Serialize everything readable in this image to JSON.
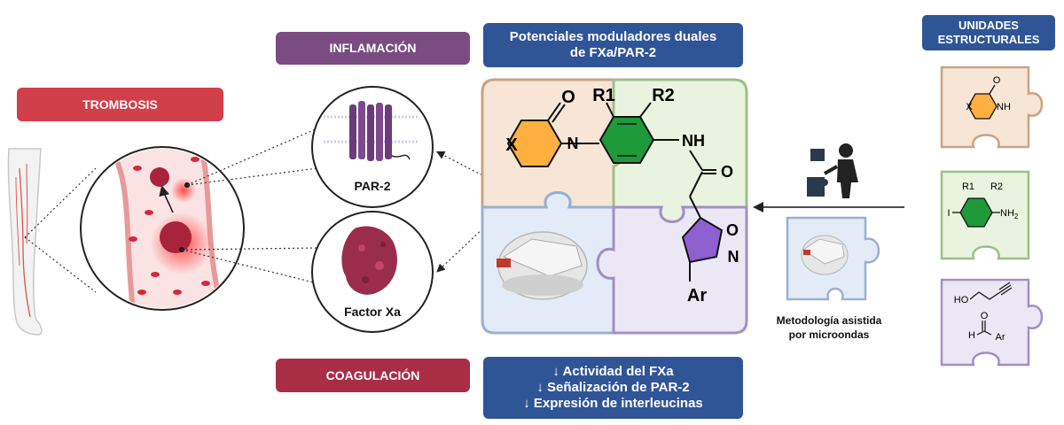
{
  "banners": {
    "trombosis": "TROMBOSIS",
    "inflamacion": "INFLAMACIÓN",
    "coagulacion": "COAGULACIÓN",
    "dual_title_line1": "Potenciales moduladores duales",
    "dual_title_line2": "de FXa/PAR-2",
    "units_line1": "UNIDADES",
    "units_line2": "ESTRUCTURALES"
  },
  "targets": {
    "par2": "PAR-2",
    "fxa": "Factor Xa"
  },
  "effects": [
    "↓ Actividad del FXa",
    "↓ Señalización de PAR-2",
    "↓ Expresión de interleucinas"
  ],
  "methodology": {
    "line1": "Metodología asistida",
    "line2": "por microondas"
  },
  "molecule_labels": {
    "o_lactam": "O",
    "r1": "R1",
    "r2": "R2",
    "x": "X",
    "n_ring": "N",
    "nh": "NH",
    "o_amide": "O",
    "o_isox": "O",
    "n_isox": "N",
    "ar": "Ar"
  },
  "building_blocks": {
    "lactam": {
      "o": "O",
      "x": "X",
      "nh": "NH"
    },
    "aniline": {
      "r1": "R1",
      "r2": "R2",
      "i": "I",
      "nh2": "NH",
      "nh2_sub": "2"
    },
    "alkyne_aldehyde": {
      "ho": "HO",
      "o": "O",
      "h": "H",
      "ar": "Ar"
    }
  },
  "colors": {
    "thrombosis": "#d13f4a",
    "inflammation": "#7a4c82",
    "coagulation": "#a82d45",
    "blue_banner": "#2f5597",
    "puzzle_orange_fill": "#f7e6d6",
    "puzzle_orange_stroke": "#c9a384",
    "puzzle_green_fill": "#eaf3e0",
    "puzzle_green_stroke": "#9dbf86",
    "puzzle_blue_fill": "#e3ecf6",
    "puzzle_blue_stroke": "#9ab0cf",
    "puzzle_purple_fill": "#ece7f5",
    "puzzle_purple_stroke": "#a190c4",
    "ring_orange": "#fdb040",
    "ring_green": "#1f9a3a",
    "ring_purple": "#8e5fcf"
  },
  "icons": [
    "leg-icon",
    "blood-vessel-icon",
    "par2-receptor-icon",
    "factor-xa-protein-icon",
    "microwave-reactor-icon",
    "person-assembling-puzzle-icon"
  ]
}
